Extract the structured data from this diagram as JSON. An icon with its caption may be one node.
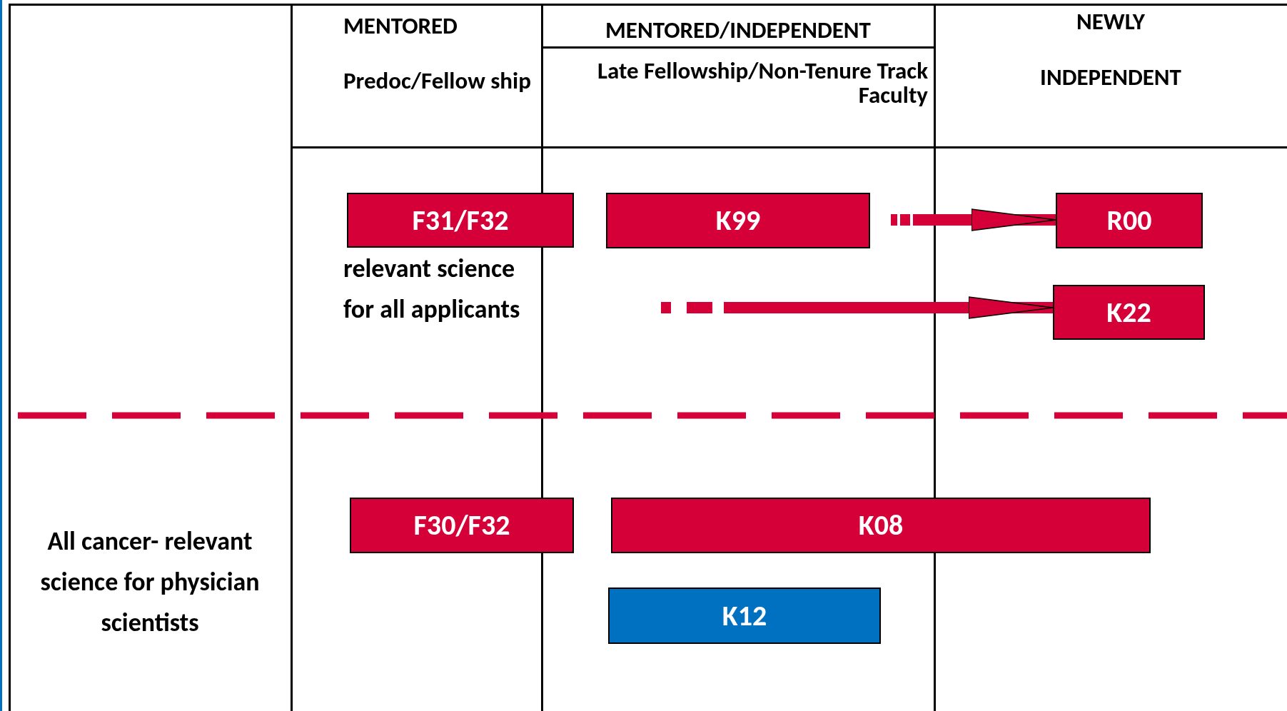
{
  "diagram": {
    "nodes": [
      {
        "text": [
          "F31/F32"
        ]
      },
      {
        "text": [
          "K99"
        ]
      },
      {
        "text": [
          "R00"
        ]
      },
      {
        "text": [
          "K22"
        ]
      },
      {
        "text": [
          "F30/F32"
        ]
      },
      {
        "text": [
          "K08"
        ]
      },
      {
        "text": [
          "K12"
        ]
      }
    ],
    "edges": [
      {
        "from": 1,
        "to": 2,
        "arrow": "to"
      },
      {
        "from": null,
        "to": 3,
        "arrow": "to"
      }
    ],
    "labels": [
      "MENTORED",
      "Predoc/Fellow ship",
      "MENTORED/INDEPENDENT",
      "Late Fellowship/Non-Tenure Track Faculty",
      "NEWLY",
      "INDEPENDENT",
      "relevant science for all applicants",
      "All cancer- relevant science for physician scientists"
    ]
  }
}
